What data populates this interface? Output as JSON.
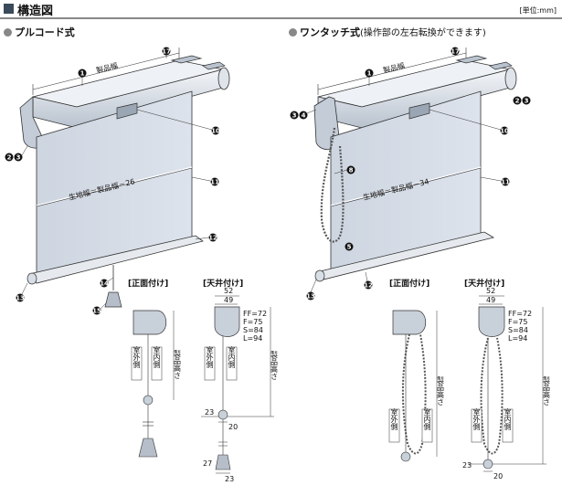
{
  "header": {
    "title": "構造図",
    "unit": "[単位:mm]"
  },
  "sections": {
    "pull_cord": {
      "title": "プルコード式",
      "note": ""
    },
    "one_touch": {
      "title": "ワンタッチ式",
      "note": "(操作部の左右転換ができます)"
    }
  },
  "labels": {
    "product_width": "製品幅",
    "fabric_width_pull": "生地幅＝製品幅－26",
    "fabric_width_one": "生地幅＝製品幅－34",
    "front_mount": "[正面付け]",
    "ceiling_mount": "[天井付け]",
    "outdoor_side": "室外側",
    "indoor_side": "室内側",
    "product_height": "製品高さ",
    "dims": {
      "d52": "52",
      "d49": "49",
      "d23": "23",
      "d20": "20",
      "d27": "27",
      "ff": "FF=72",
      "f": "F=75",
      "s": "S=84",
      "l": "L=94"
    }
  },
  "markers": {
    "m1": "1",
    "m2": "2",
    "m3": "3",
    "m4": "4",
    "m5": "5",
    "m8": "8",
    "m10": "10",
    "m11": "11",
    "m12": "12",
    "m13": "13",
    "m14": "14",
    "m15": "15",
    "m17": "17"
  },
  "colors": {
    "fabric": "#d4dbe6",
    "fabric_shade": "#c3ccd8",
    "roller": "#e8ecf1",
    "bracket": "#b9c3cf",
    "line": "#333333",
    "marker": "#111111"
  }
}
